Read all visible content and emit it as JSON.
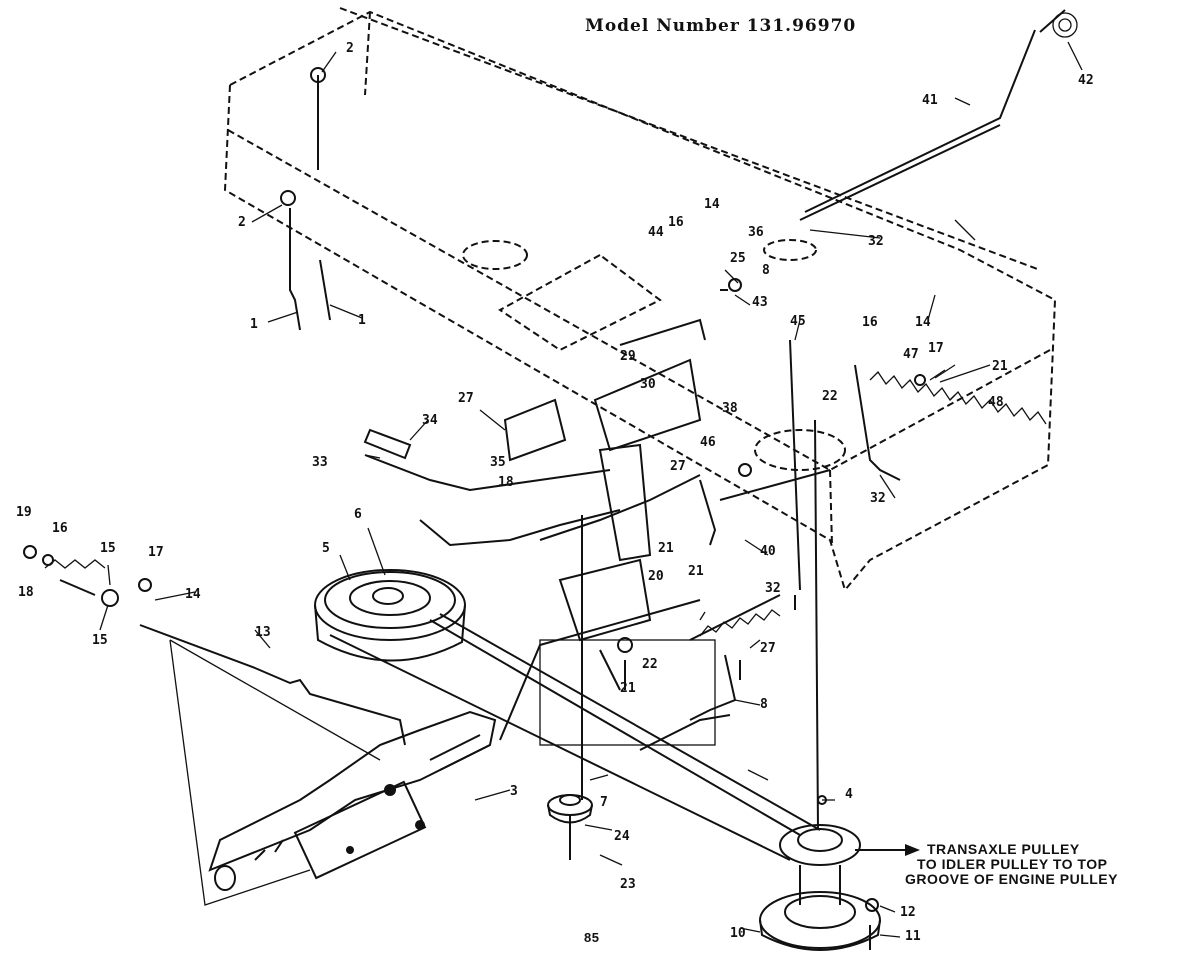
{
  "header": {
    "model_number": "Model Number 131.96970"
  },
  "belt_note": {
    "lines": [
      "TRANSAXLE PULLEY",
      "TO IDLER PULLEY TO TOP",
      "GROOVE OF ENGINE PULLEY"
    ]
  },
  "page_number": "85",
  "callouts": [
    {
      "id": "c1",
      "text": "1"
    },
    {
      "id": "c2",
      "text": "1"
    },
    {
      "id": "c3",
      "text": "2"
    },
    {
      "id": "c4",
      "text": "2"
    },
    {
      "id": "c5",
      "text": "3"
    },
    {
      "id": "c6",
      "text": "4"
    },
    {
      "id": "c7",
      "text": "5"
    },
    {
      "id": "c8",
      "text": "6"
    },
    {
      "id": "c9",
      "text": "7"
    },
    {
      "id": "c10",
      "text": "8"
    },
    {
      "id": "c11",
      "text": "8"
    },
    {
      "id": "c12",
      "text": "10"
    },
    {
      "id": "c13",
      "text": "11"
    },
    {
      "id": "c14",
      "text": "12"
    },
    {
      "id": "c15",
      "text": "13"
    },
    {
      "id": "c16",
      "text": "14"
    },
    {
      "id": "c17",
      "text": "14"
    },
    {
      "id": "c18",
      "text": "15"
    },
    {
      "id": "c19",
      "text": "16"
    },
    {
      "id": "c20",
      "text": "15"
    },
    {
      "id": "c21",
      "text": "17"
    },
    {
      "id": "c22",
      "text": "18"
    },
    {
      "id": "c23",
      "text": "19"
    },
    {
      "id": "c24",
      "text": "16"
    },
    {
      "id": "c25",
      "text": "20"
    },
    {
      "id": "c26",
      "text": "21"
    },
    {
      "id": "c27",
      "text": "21"
    },
    {
      "id": "c28",
      "text": "21"
    },
    {
      "id": "c29",
      "text": "22"
    },
    {
      "id": "c30",
      "text": "23"
    },
    {
      "id": "c31",
      "text": "24"
    },
    {
      "id": "c32",
      "text": "25"
    },
    {
      "id": "c33",
      "text": "27"
    },
    {
      "id": "c34",
      "text": "27"
    },
    {
      "id": "c35",
      "text": "27"
    },
    {
      "id": "c36",
      "text": "29"
    },
    {
      "id": "c37",
      "text": "30"
    },
    {
      "id": "c38",
      "text": "32"
    },
    {
      "id": "c39",
      "text": "32"
    },
    {
      "id": "c40",
      "text": "32"
    },
    {
      "id": "c41",
      "text": "33"
    },
    {
      "id": "c42",
      "text": "34"
    },
    {
      "id": "c43",
      "text": "35"
    },
    {
      "id": "c44",
      "text": "36"
    },
    {
      "id": "c45",
      "text": "38"
    },
    {
      "id": "c46",
      "text": "40"
    },
    {
      "id": "c47",
      "text": "41"
    },
    {
      "id": "c48",
      "text": "42"
    },
    {
      "id": "c49",
      "text": "43"
    },
    {
      "id": "c50",
      "text": "44"
    },
    {
      "id": "c51",
      "text": "45"
    },
    {
      "id": "c52",
      "text": "46"
    },
    {
      "id": "c53",
      "text": "47"
    },
    {
      "id": "c54",
      "text": "48"
    },
    {
      "id": "c55",
      "text": "14"
    },
    {
      "id": "c56",
      "text": "16"
    },
    {
      "id": "c57",
      "text": "17"
    },
    {
      "id": "c58",
      "text": "21"
    },
    {
      "id": "c59",
      "text": "18"
    },
    {
      "id": "c60",
      "text": "22"
    }
  ]
}
